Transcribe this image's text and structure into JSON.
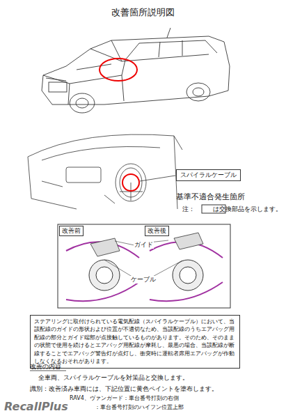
{
  "diagram": {
    "title": "改善箇所説明図",
    "nodes": [
      {
        "text": [
          "スパイラルケーブル"
        ]
      },
      {
        "text": [
          "改善前"
        ]
      },
      {
        "text": [
          "改善後"
        ]
      },
      {
        "text": [
          "ステアリングに取付けられている電気配線（スパイラルケーブル）において、当該配線のガイドの形状および位置が不適切なため、当該配線のうちエアバッグ用配線の部分とガイド端部が点接触しているものがあります。そのため、そのままの状態で使用を続けるとエアバッグ用配線が摩耗し、最悪の場合、当該配線が断線することでエアバッグ警告灯が点灯し、衝突時に運転者席用エアバッグが作動しなくなるおそれがあります。"
        ]
      }
    ],
    "labels": [
      "基準不適合発生箇所",
      "注：",
      "は交換部品を示します。",
      "ガイド",
      "ケーブル",
      "改善の内容",
      "全車両、スパイラルケーブルを対策品と交換します。",
      "識別：改善済み車両には、下記位置に黄色ペイントを塗布します。",
      "RAV4、ヴァンガード：車台番号打刻の右側",
      "：車台番号打刻のハイフン位置上部",
      "RecallPlus"
    ]
  }
}
